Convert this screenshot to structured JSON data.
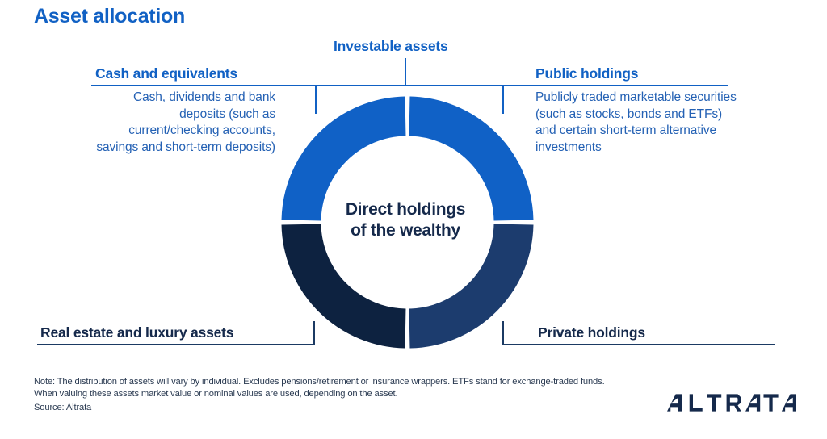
{
  "title": "Asset allocation",
  "center": {
    "line1": "Direct holdings",
    "line2": "of the wealthy"
  },
  "nodes": {
    "investable": {
      "label": "Investable assets"
    },
    "cash": {
      "label": "Cash and equivalents",
      "description": "Cash, dividends and bank deposits (such as current/checking accounts, savings and short-term deposits)"
    },
    "public": {
      "label": "Public holdings",
      "description": "Publicly traded marketable securities (such as stocks, bonds and ETFs) and certain short-term alternative investments"
    },
    "real_estate": {
      "label": "Real estate and luxury assets"
    },
    "private": {
      "label": "Private holdings"
    }
  },
  "footer": {
    "note": "Note: The distribution of assets will vary by individual. Excludes pensions/retirement or insurance wrappers. ETFs stand for exchange-traded funds. When valuing these assets market value or nominal values are used, depending on the asset.",
    "source": "Source: Altrata",
    "logo": "ALTRATA"
  },
  "colors": {
    "brand_blue": "#1161C4",
    "segment_cash": "#1061C6",
    "segment_public": "#1061C6",
    "segment_real_estate": "#0D2240",
    "segment_private": "#1C3C6E",
    "navy_text": "#15294B",
    "body_blue": "#2461B4",
    "rule_gray": "#9aa3ad"
  },
  "chart_data": {
    "type": "pie",
    "title": "Investable assets",
    "subtitle": "Direct holdings of the wealthy",
    "categories": [
      "Cash and equivalents",
      "Public holdings",
      "Private holdings",
      "Real estate and luxury assets"
    ],
    "values": [
      25,
      25,
      25,
      25
    ],
    "colors": [
      "#1061C6",
      "#1061C6",
      "#1C3C6E",
      "#0D2240"
    ],
    "donut": true,
    "inner_radius_ratio": 0.69,
    "legend": "none",
    "note": "Four equal quadrant segments of a donut; quadrant sizes are schematic, not proportional data."
  }
}
